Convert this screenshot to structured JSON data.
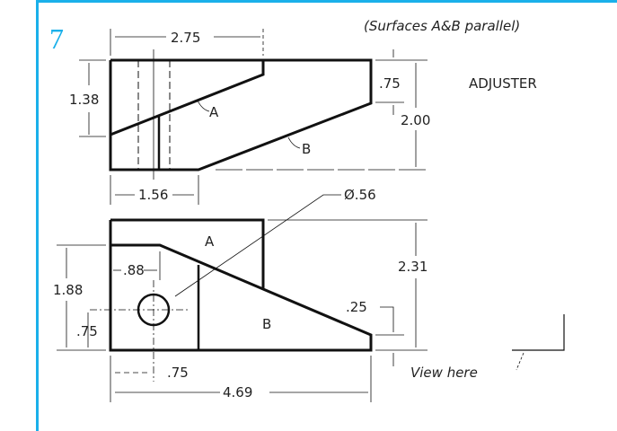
{
  "problem_number": "7",
  "title": "ADJUSTER",
  "note": "(Surfaces A&B parallel)",
  "view_label": "View here",
  "surfaces": {
    "a": "A",
    "b": "B"
  },
  "dimensions": {
    "top_width": "2.75",
    "left_height": "1.38",
    "right_small": ".75",
    "right_total": "2.00",
    "bottom_slot": "1.56",
    "hole_dia": "Ø.56",
    "front_height": "2.31",
    "step_height": "1.88",
    "hole_x": ".88",
    "hole_y": ".75",
    "hole_x_bottom": ".75",
    "end_height": ".25",
    "total_length": "4.69"
  },
  "colors": {
    "accent": "#1ab0ea",
    "line": "#111111"
  }
}
